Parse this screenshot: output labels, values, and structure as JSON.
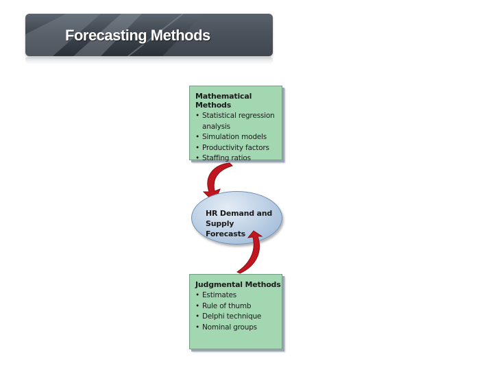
{
  "header": {
    "title": "Forecasting Methods"
  },
  "diagram": {
    "top_box": {
      "title": "Mathematical Methods",
      "items": [
        "Statistical regression analysis",
        "Simulation models",
        "Productivity factors",
        "Staffing ratios"
      ]
    },
    "center": {
      "line1": "HR Demand and",
      "line2": "Supply Forecasts"
    },
    "bottom_box": {
      "title": "Judgmental Methods",
      "items": [
        "Estimates",
        "Rule of thumb",
        "Delphi technique",
        "Nominal groups"
      ]
    },
    "colors": {
      "box_fill": "#a3d7b2",
      "oval_fill": "#b9cde3",
      "arrow": "#c0161f",
      "banner": "#3f4750"
    },
    "icons": [
      "curved-arrow-down-icon",
      "curved-arrow-down-icon"
    ]
  }
}
